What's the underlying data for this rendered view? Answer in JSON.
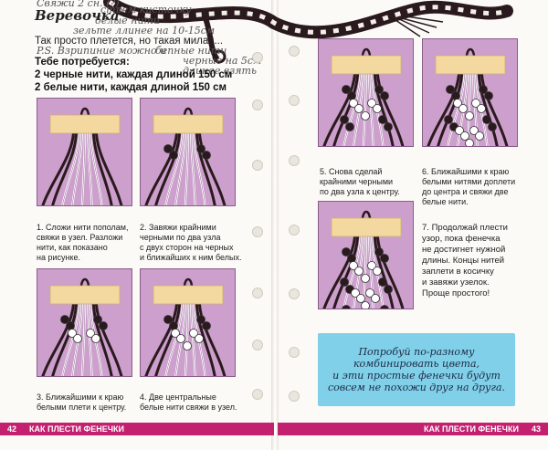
{
  "left": {
    "handwriting": [
      "Свяжи 2 сн..(?)",
      "стрем кисточку",
      "белые нити",
      "зельте ллинее на 10-15см",
      "P.S. Взрипиние можно и",
      "бепные нити",
      "черные на 5см",
      "длинее взять"
    ],
    "title": "Веревочка",
    "subtitle": "Так просто плетется, но такая милая...",
    "need": "Тебе потребуется:",
    "materials": [
      "2 черные нити, каждая длиной 150 см",
      "2 белые нити, каждая длиной 150 см"
    ],
    "steps": [
      {
        "n": "1.",
        "text": [
          "Сложи нити пополам,",
          "свяжи в узел. Разложи",
          "нити, как показано",
          "на рисунке."
        ]
      },
      {
        "n": "2.",
        "text": [
          "Завяжи крайними",
          "черными по два узла",
          "с двух сторон на черных",
          "и ближайших к ним белых."
        ]
      },
      {
        "n": "3.",
        "text": [
          "Ближайшими к краю",
          "белыми плети к центру."
        ]
      },
      {
        "n": "4.",
        "text": [
          "Две центральные",
          "белые нити свяжи в узел."
        ]
      }
    ],
    "footer": {
      "page": "42",
      "label": "КАК ПЛЕСТИ ФЕНЕЧКИ"
    }
  },
  "right": {
    "steps": [
      {
        "n": "5.",
        "text": [
          "Снова сделай",
          "крайними черными",
          "по два узла к центру."
        ]
      },
      {
        "n": "6.",
        "text": [
          "Ближайшими к краю",
          "белыми нитями доплети",
          "до центра и свяжи две",
          "белые нити."
        ]
      },
      {
        "n": "7.",
        "text": [
          "Продолжай плести",
          "узор, пока фенечка",
          "не достигнет нужной",
          "длины. Концы нитей",
          "заплети в косичку",
          "и завяжи узелок.",
          "Проще простого!"
        ]
      }
    ],
    "tip": [
      "Попробуй по-разному",
      "комбинировать цвета,",
      "и эти простые фенечки будут",
      "совсем не похожи друг на друга."
    ],
    "footer": {
      "label": "КАК ПЛЕСТИ ФЕНЕЧКИ",
      "page": "43"
    }
  },
  "colors": {
    "panel": "#cc9fcc",
    "footer": "#c3206f",
    "tip": "#7fd0e8",
    "tape": "#f3d9a0",
    "thread_dark": "#2a1a1e"
  }
}
